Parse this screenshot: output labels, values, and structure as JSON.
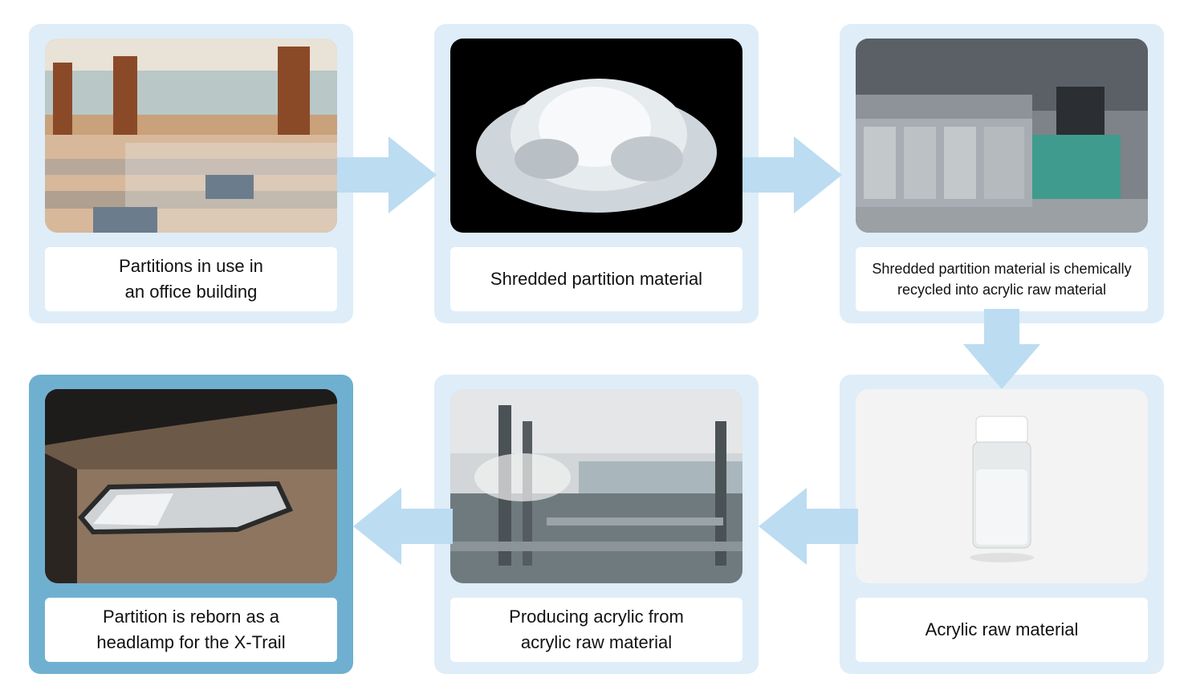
{
  "steps": [
    {
      "line1": "Partitions in use in",
      "line2": "an office building",
      "photo": "office-partitions-photo"
    },
    {
      "line1": "Shredded partition material",
      "line2": "",
      "photo": "shredded-material-photo"
    },
    {
      "line1": "Shredded partition material is chemically",
      "line2": "recycled into acrylic raw material",
      "photo": "recycling-machine-photo"
    },
    {
      "line1": "Acrylic raw material",
      "line2": "",
      "photo": "raw-material-vial-photo"
    },
    {
      "line1": "Producing acrylic from",
      "line2": "acrylic raw material",
      "photo": "chemical-plant-photo"
    },
    {
      "line1": "Partition is reborn as a",
      "line2": "headlamp for the X-Trail",
      "photo": "headlamp-photo"
    }
  ],
  "colors": {
    "card": "#deedf8",
    "final_card": "#6fb0d0",
    "arrow": "#bcdcf1"
  }
}
